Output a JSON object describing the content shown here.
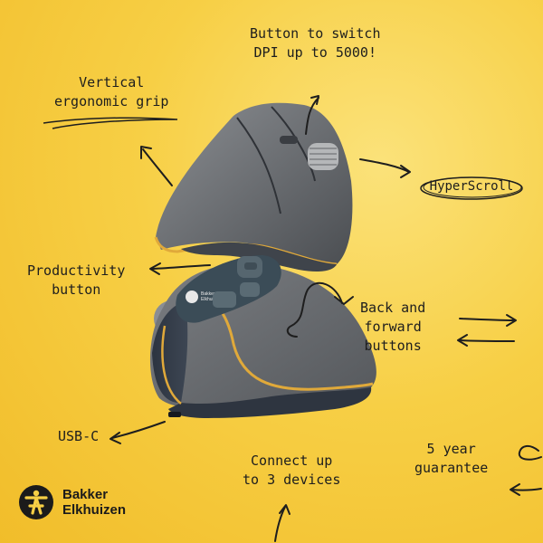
{
  "callouts": {
    "dpi_button": [
      "Button to switch",
      "DPI up to 5000!"
    ],
    "vertical_grip": [
      "Vertical",
      "ergonomic grip"
    ],
    "hyperscroll": "HyperScroll",
    "productivity_button": [
      "Productivity",
      "button"
    ],
    "back_forward": [
      "Back and",
      "forward",
      "buttons"
    ],
    "usb_c": "USB-C",
    "connect_devices": [
      "Connect up",
      "to 3 devices"
    ],
    "warranty": [
      "5 year",
      "guarantee"
    ]
  },
  "product_badge": [
    "Bakker",
    "Elkhuizen"
  ],
  "brand": {
    "name_line1": "Bakker",
    "name_line2": "Elkhuizen"
  },
  "colors": {
    "background": "#f7cf45",
    "mouse_body": "#6d7074",
    "accent_trim": "#e0a93a",
    "ink": "#1e1e1e"
  }
}
